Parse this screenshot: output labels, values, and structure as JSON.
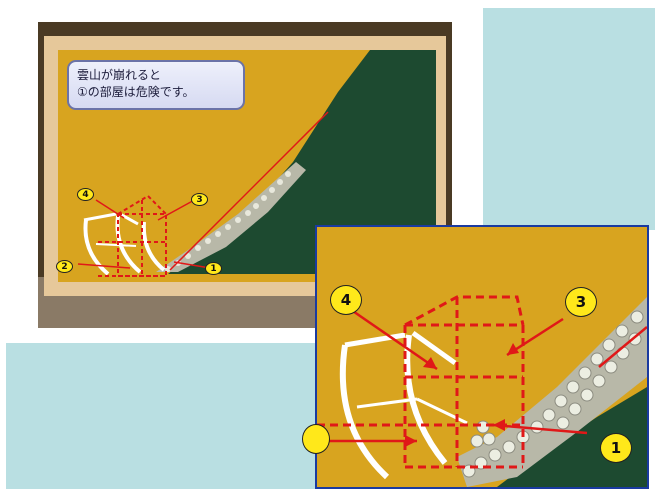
{
  "slide": {
    "callout_lines": [
      "雲山が崩れると",
      "①の部屋は危険です。"
    ],
    "small_labels": [
      "4",
      "3",
      "2",
      "1"
    ],
    "large_labels": [
      "4",
      "3",
      "1"
    ],
    "colors": {
      "background_block": "#b9dfe2",
      "board_yellow": "#d8a41f",
      "hill_green": "#1d4a30",
      "marker_red": "#e01818",
      "badge_yellow": "#ffe81a",
      "frame_wood": "#e6c89a"
    }
  }
}
